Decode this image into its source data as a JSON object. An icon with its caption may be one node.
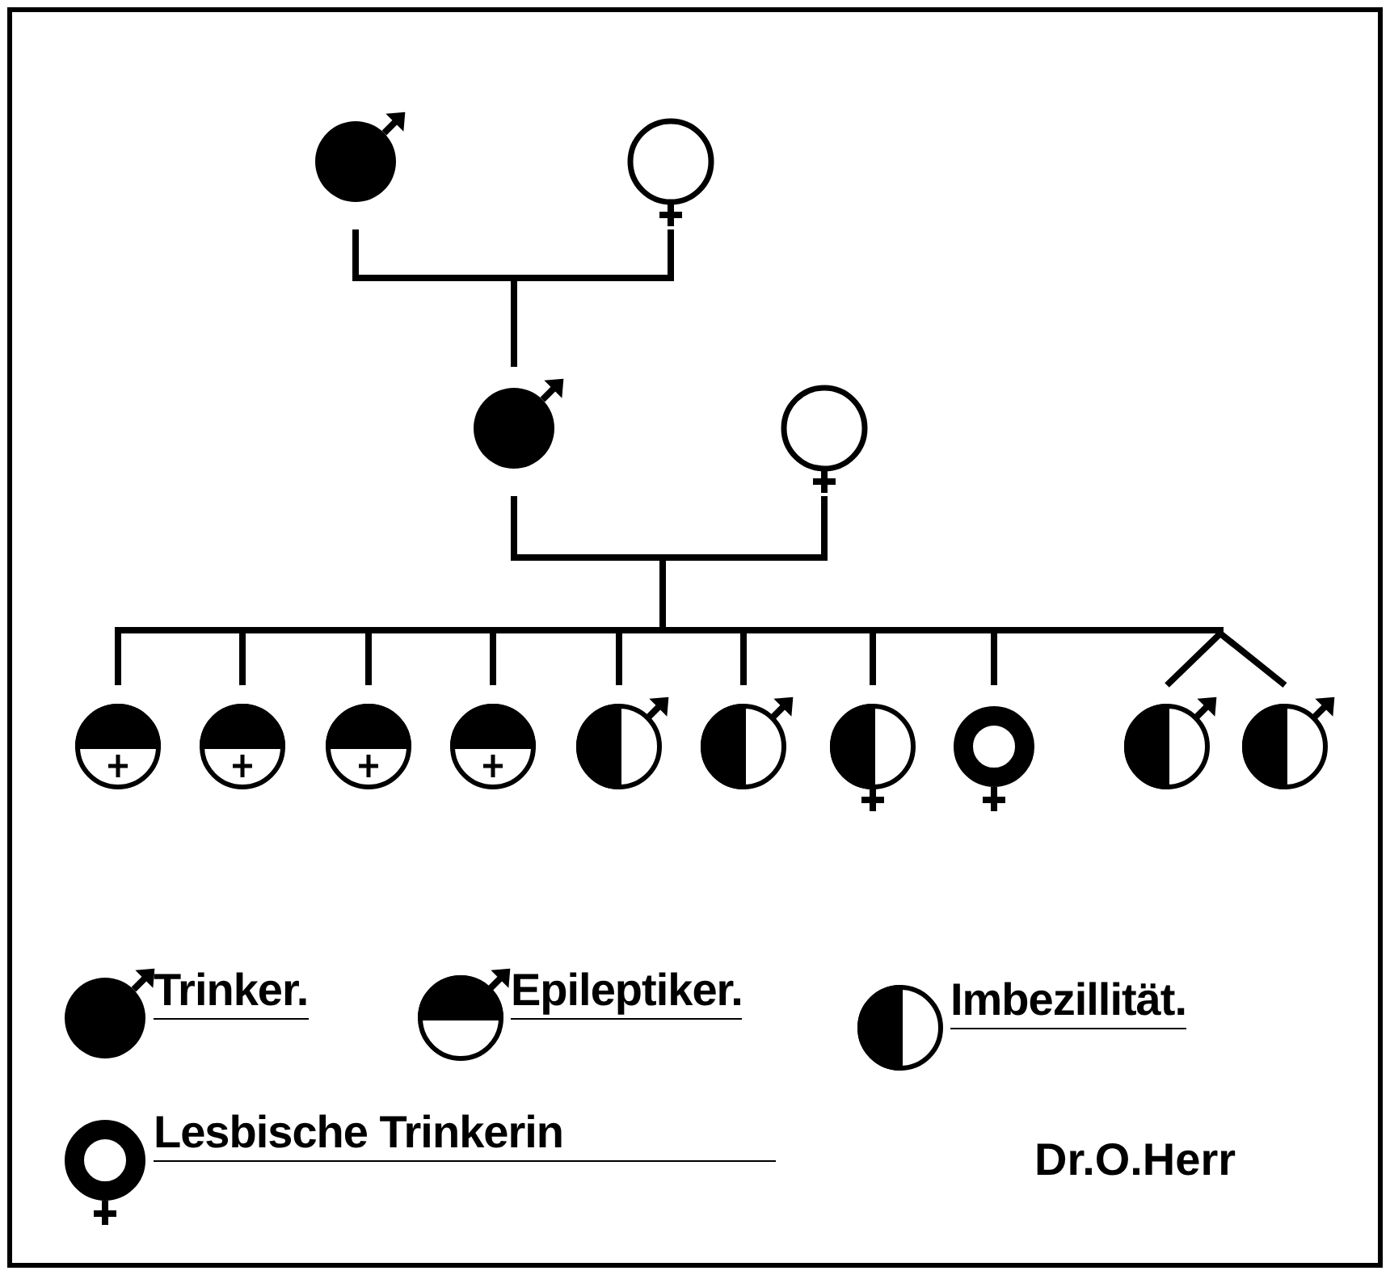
{
  "diagram": {
    "nodes": [
      {
        "text": [],
        "shape": "circle"
      },
      {
        "text": [],
        "shape": "circle"
      },
      {
        "text": [],
        "shape": "circle"
      },
      {
        "text": [],
        "shape": "circle"
      },
      {
        "text": [],
        "shape": "circle"
      },
      {
        "text": [],
        "shape": "circle"
      },
      {
        "text": [],
        "shape": "circle"
      },
      {
        "text": [],
        "shape": "circle"
      },
      {
        "text": [],
        "shape": "circle"
      },
      {
        "text": [],
        "shape": "circle"
      },
      {
        "text": [],
        "shape": "circle"
      },
      {
        "text": [],
        "shape": "circle"
      },
      {
        "text": [],
        "shape": "circle"
      },
      {
        "text": [],
        "shape": "circle"
      }
    ],
    "edges": [
      {
        "from": 0,
        "to": 2,
        "arrow": "none"
      },
      {
        "from": 1,
        "to": 2,
        "arrow": "none"
      },
      {
        "from": 2,
        "to": 4,
        "arrow": "none"
      },
      {
        "from": 2,
        "to": 5,
        "arrow": "none"
      },
      {
        "from": 2,
        "to": 6,
        "arrow": "none"
      },
      {
        "from": 2,
        "to": 7,
        "arrow": "none"
      },
      {
        "from": 2,
        "to": 8,
        "arrow": "none"
      },
      {
        "from": 2,
        "to": 9,
        "arrow": "none"
      },
      {
        "from": 2,
        "to": 10,
        "arrow": "none"
      },
      {
        "from": 2,
        "to": 11,
        "arrow": "none"
      },
      {
        "from": 2,
        "to": 12,
        "arrow": "none"
      },
      {
        "from": 2,
        "to": 13,
        "arrow": "none"
      },
      {
        "from": 3,
        "to": 4,
        "arrow": "none"
      },
      {
        "from": 3,
        "to": 5,
        "arrow": "none"
      },
      {
        "from": 3,
        "to": 6,
        "arrow": "none"
      },
      {
        "from": 3,
        "to": 7,
        "arrow": "none"
      },
      {
        "from": 3,
        "to": 8,
        "arrow": "none"
      },
      {
        "from": 3,
        "to": 9,
        "arrow": "none"
      },
      {
        "from": 3,
        "to": 10,
        "arrow": "none"
      },
      {
        "from": 3,
        "to": 11,
        "arrow": "none"
      },
      {
        "from": 3,
        "to": 12,
        "arrow": "none"
      },
      {
        "from": 3,
        "to": 13,
        "arrow": "none"
      }
    ],
    "labels": [
      "Dr.O.Herr"
    ],
    "legend": [
      {
        "text": "Trinker."
      },
      {
        "text": "Epileptiker."
      },
      {
        "text": "Imbezillität."
      },
      {
        "text": "Lesbische Trinkerin"
      }
    ]
  }
}
